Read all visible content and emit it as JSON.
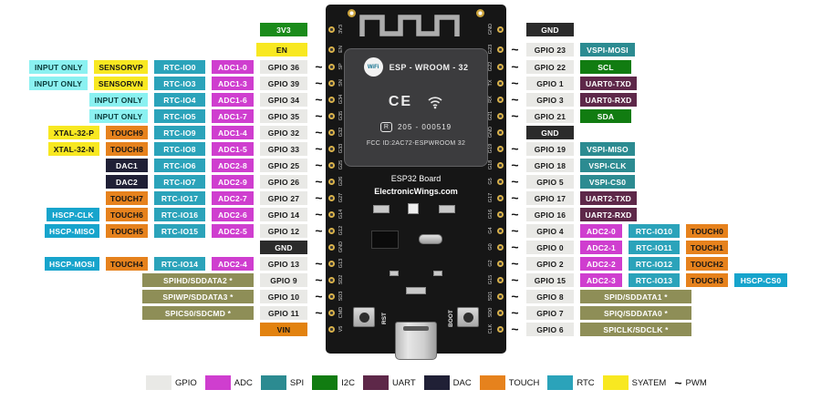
{
  "palette": {
    "gpio": {
      "bg": "#e9e9e6",
      "fg": "#1a1a1a"
    },
    "adc": {
      "bg": "#cf3ecf",
      "fg": "#ffffff"
    },
    "spi": {
      "bg": "#2c8b91",
      "fg": "#ffffff"
    },
    "i2c": {
      "bg": "#117c11",
      "fg": "#ffffff"
    },
    "uart": {
      "bg": "#5e2849",
      "fg": "#ffffff"
    },
    "dac": {
      "bg": "#202036",
      "fg": "#ffffff"
    },
    "touch": {
      "bg": "#e6821d",
      "fg": "#141414"
    },
    "rtc": {
      "bg": "#2ba3ba",
      "fg": "#ffffff"
    },
    "sys": {
      "bg": "#f8e821",
      "fg": "#141414"
    },
    "input": {
      "bg": "#8bf1f1",
      "fg": "#0b3d3d"
    },
    "gnd": {
      "bg": "#2b2b2b",
      "fg": "#ffffff"
    },
    "pwr": {
      "bg": "#1a8b1a",
      "fg": "#ffffff"
    },
    "vin": {
      "bg": "#e2820f",
      "fg": "#141414"
    },
    "sd": {
      "bg": "#8e8e57",
      "fg": "#ffffff"
    },
    "hspi": {
      "bg": "#17a4cc",
      "fg": "#ffffff"
    }
  },
  "left_rows": [
    {
      "pin": "3V3",
      "type": "pwr",
      "pwm": false,
      "labels": []
    },
    {
      "pin": "EN",
      "type": "sys",
      "pwm": false,
      "labels": []
    },
    {
      "pin": "GPIO 36",
      "pwm": true,
      "labels": [
        {
          "t": "INPUT ONLY",
          "c": "input"
        },
        {
          "t": "SENSORVP",
          "c": "sys"
        },
        {
          "t": "RTC-IO0",
          "c": "rtc"
        },
        {
          "t": "ADC1-0",
          "c": "adc"
        }
      ]
    },
    {
      "pin": "GPIO 39",
      "pwm": true,
      "labels": [
        {
          "t": "INPUT ONLY",
          "c": "input"
        },
        {
          "t": "SENSORVN",
          "c": "sys"
        },
        {
          "t": "RTC-IO3",
          "c": "rtc"
        },
        {
          "t": "ADC1-3",
          "c": "adc"
        }
      ]
    },
    {
      "pin": "GPIO 34",
      "pwm": true,
      "labels": [
        {
          "t": "INPUT ONLY",
          "c": "input"
        },
        {
          "t": "RTC-IO4",
          "c": "rtc"
        },
        {
          "t": "ADC1-6",
          "c": "adc"
        }
      ]
    },
    {
      "pin": "GPIO 35",
      "pwm": true,
      "labels": [
        {
          "t": "INPUT ONLY",
          "c": "input"
        },
        {
          "t": "RTC-IO5",
          "c": "rtc"
        },
        {
          "t": "ADC1-7",
          "c": "adc"
        }
      ]
    },
    {
      "pin": "GPIO 32",
      "pwm": true,
      "labels": [
        {
          "t": "XTAL-32-P",
          "c": "sys"
        },
        {
          "t": "TOUCH9",
          "c": "touch"
        },
        {
          "t": "RTC-IO9",
          "c": "rtc"
        },
        {
          "t": "ADC1-4",
          "c": "adc"
        }
      ]
    },
    {
      "pin": "GPIO 33",
      "pwm": true,
      "labels": [
        {
          "t": "XTAL-32-N",
          "c": "sys"
        },
        {
          "t": "TOUCH8",
          "c": "touch"
        },
        {
          "t": "RTC-IO8",
          "c": "rtc"
        },
        {
          "t": "ADC1-5",
          "c": "adc"
        }
      ]
    },
    {
      "pin": "GPIO 25",
      "pwm": true,
      "labels": [
        {
          "t": "DAC1",
          "c": "dac"
        },
        {
          "t": "RTC-IO6",
          "c": "rtc"
        },
        {
          "t": "ADC2-8",
          "c": "adc"
        }
      ]
    },
    {
      "pin": "GPIO 26",
      "pwm": true,
      "labels": [
        {
          "t": "DAC2",
          "c": "dac"
        },
        {
          "t": "RTC-IO7",
          "c": "rtc"
        },
        {
          "t": "ADC2-9",
          "c": "adc"
        }
      ]
    },
    {
      "pin": "GPIO 27",
      "pwm": true,
      "labels": [
        {
          "t": "TOUCH7",
          "c": "touch"
        },
        {
          "t": "RTC-IO17",
          "c": "rtc"
        },
        {
          "t": "ADC2-7",
          "c": "adc"
        }
      ]
    },
    {
      "pin": "GPIO 14",
      "pwm": true,
      "labels": [
        {
          "t": "HSCP-CLK",
          "c": "hspi"
        },
        {
          "t": "TOUCH6",
          "c": "touch"
        },
        {
          "t": "RTC-IO16",
          "c": "rtc"
        },
        {
          "t": "ADC2-6",
          "c": "adc"
        }
      ]
    },
    {
      "pin": "GPIO 12",
      "pwm": true,
      "labels": [
        {
          "t": "HSCP-MISO",
          "c": "hspi"
        },
        {
          "t": "TOUCH5",
          "c": "touch"
        },
        {
          "t": "RTC-IO15",
          "c": "rtc"
        },
        {
          "t": "ADC2-5",
          "c": "adc"
        }
      ]
    },
    {
      "pin": "GND",
      "type": "gnd",
      "pwm": false,
      "labels": []
    },
    {
      "pin": "GPIO 13",
      "pwm": true,
      "labels": [
        {
          "t": "HSCP-MOSI",
          "c": "hspi"
        },
        {
          "t": "TOUCH4",
          "c": "touch"
        },
        {
          "t": "RTC-IO14",
          "c": "rtc"
        },
        {
          "t": "ADC2-4",
          "c": "adc"
        }
      ]
    },
    {
      "pin": "GPIO 9",
      "pwm": true,
      "labels": [
        {
          "t": "SPIHD/SDDATA2 *",
          "c": "sd"
        }
      ]
    },
    {
      "pin": "GPIO 10",
      "pwm": true,
      "labels": [
        {
          "t": "SPIWP/SDDATA3 *",
          "c": "sd"
        }
      ]
    },
    {
      "pin": "GPIO 11",
      "pwm": true,
      "labels": [
        {
          "t": "SPICS0/SDCMD *",
          "c": "sd"
        }
      ]
    },
    {
      "pin": "VIN",
      "type": "vin",
      "pwm": false,
      "labels": []
    }
  ],
  "right_rows": [
    {
      "pin": "GND",
      "type": "gnd",
      "pwm": false,
      "labels": []
    },
    {
      "pin": "GPIO 23",
      "pwm": true,
      "labels": [
        {
          "t": "VSPI-MOSI",
          "c": "spi"
        }
      ]
    },
    {
      "pin": "GPIO 22",
      "pwm": true,
      "labels": [
        {
          "t": "SCL",
          "c": "i2c"
        }
      ]
    },
    {
      "pin": "GPIO 1",
      "pwm": true,
      "labels": [
        {
          "t": "UART0-TXD",
          "c": "uart"
        }
      ]
    },
    {
      "pin": "GPIO 3",
      "pwm": true,
      "labels": [
        {
          "t": "UART0-RXD",
          "c": "uart"
        }
      ]
    },
    {
      "pin": "GPIO 21",
      "pwm": true,
      "labels": [
        {
          "t": "SDA",
          "c": "i2c"
        }
      ]
    },
    {
      "pin": "GND",
      "type": "gnd",
      "pwm": false,
      "labels": []
    },
    {
      "pin": "GPIO 19",
      "pwm": true,
      "labels": [
        {
          "t": "VSPI-MISO",
          "c": "spi"
        }
      ]
    },
    {
      "pin": "GPIO 18",
      "pwm": true,
      "labels": [
        {
          "t": "VSPI-CLK",
          "c": "spi"
        }
      ]
    },
    {
      "pin": "GPIO 5",
      "pwm": true,
      "labels": [
        {
          "t": "VSPI-CS0",
          "c": "spi"
        }
      ]
    },
    {
      "pin": "GPIO 17",
      "pwm": true,
      "labels": [
        {
          "t": "UART2-TXD",
          "c": "uart"
        }
      ]
    },
    {
      "pin": "GPIO 16",
      "pwm": true,
      "labels": [
        {
          "t": "UART2-RXD",
          "c": "uart"
        }
      ]
    },
    {
      "pin": "GPIO 4",
      "pwm": true,
      "labels": [
        {
          "t": "ADC2-0",
          "c": "adc"
        },
        {
          "t": "RTC-IO10",
          "c": "rtc"
        },
        {
          "t": "TOUCH0",
          "c": "touch"
        }
      ]
    },
    {
      "pin": "GPIO 0",
      "pwm": true,
      "labels": [
        {
          "t": "ADC2-1",
          "c": "adc"
        },
        {
          "t": "RTC-IO11",
          "c": "rtc"
        },
        {
          "t": "TOUCH1",
          "c": "touch"
        }
      ]
    },
    {
      "pin": "GPIO 2",
      "pwm": true,
      "labels": [
        {
          "t": "ADC2-2",
          "c": "adc"
        },
        {
          "t": "RTC-IO12",
          "c": "rtc"
        },
        {
          "t": "TOUCH2",
          "c": "touch"
        }
      ]
    },
    {
      "pin": "GPIO 15",
      "pwm": true,
      "labels": [
        {
          "t": "ADC2-3",
          "c": "adc"
        },
        {
          "t": "RTC-IO13",
          "c": "rtc"
        },
        {
          "t": "TOUCH3",
          "c": "touch"
        },
        {
          "t": "HSCP-CS0",
          "c": "hspi"
        }
      ]
    },
    {
      "pin": "GPIO 8",
      "pwm": true,
      "labels": [
        {
          "t": "SPID/SDDATA1 *",
          "c": "sd"
        }
      ]
    },
    {
      "pin": "GPIO 7",
      "pwm": true,
      "labels": [
        {
          "t": "SPIQ/SDDATA0 *",
          "c": "sd"
        }
      ]
    },
    {
      "pin": "GPIO 6",
      "pwm": true,
      "labels": [
        {
          "t": "SPICLK/SDCLK *",
          "c": "sd"
        }
      ]
    }
  ],
  "board": {
    "title": "ESP32 Board",
    "brand": "ElectronicWings.com",
    "logo_text": "WiFi",
    "module_label": "ESP - WROOM - 32",
    "ce_mark": "CE",
    "r_mark": "R",
    "cert_number": "205 - 000519",
    "fcc_id": "FCC ID:2AC72-ESPWROOM 32",
    "rst_label": "RST",
    "boot_label": "BOOT",
    "left_edge_pins": [
      "3V3",
      "EN",
      "SP",
      "SN",
      "G34",
      "G35",
      "G32",
      "G33",
      "G25",
      "G26",
      "G27",
      "G14",
      "G12",
      "GND",
      "G13",
      "SD2",
      "SD3",
      "CMD",
      "V5"
    ],
    "right_edge_pins": [
      "GND",
      "G23",
      "G22",
      "TX",
      "RX",
      "G21",
      "GND",
      "G19",
      "G18",
      "G5",
      "G17",
      "G16",
      "G4",
      "G0",
      "G2",
      "G15",
      "SD1",
      "SD0",
      "CLK"
    ]
  },
  "legend": {
    "pwm_symbol": "~",
    "items": [
      {
        "label": "GPIO",
        "type": "gpio"
      },
      {
        "label": "ADC",
        "type": "adc"
      },
      {
        "label": "SPI",
        "type": "spi"
      },
      {
        "label": "I2C",
        "type": "i2c"
      },
      {
        "label": "UART",
        "type": "uart"
      },
      {
        "label": "DAC",
        "type": "dac"
      },
      {
        "label": "TOUCH",
        "type": "touch"
      },
      {
        "label": "RTC",
        "type": "rtc"
      },
      {
        "label": "SYATEM",
        "type": "sys"
      },
      {
        "label": "PWM",
        "type": "pwm"
      }
    ]
  }
}
